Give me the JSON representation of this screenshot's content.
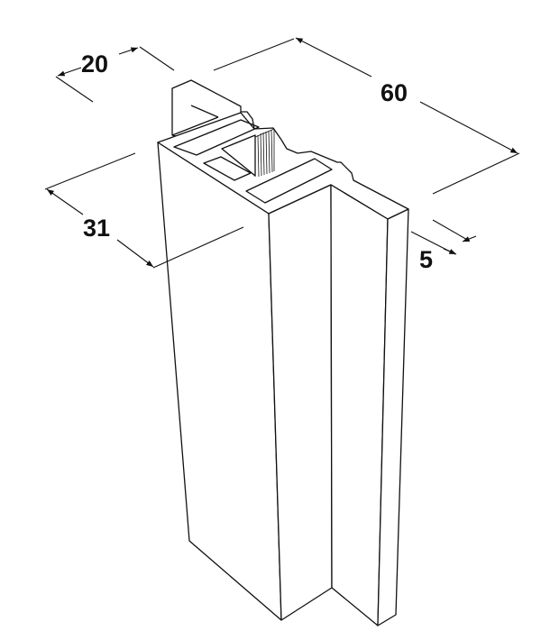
{
  "dimensions": {
    "depth_top": "20",
    "width_total": "60",
    "depth_side": "31",
    "lip": "5"
  },
  "colors": {
    "line": "#111111",
    "background": "#ffffff"
  }
}
